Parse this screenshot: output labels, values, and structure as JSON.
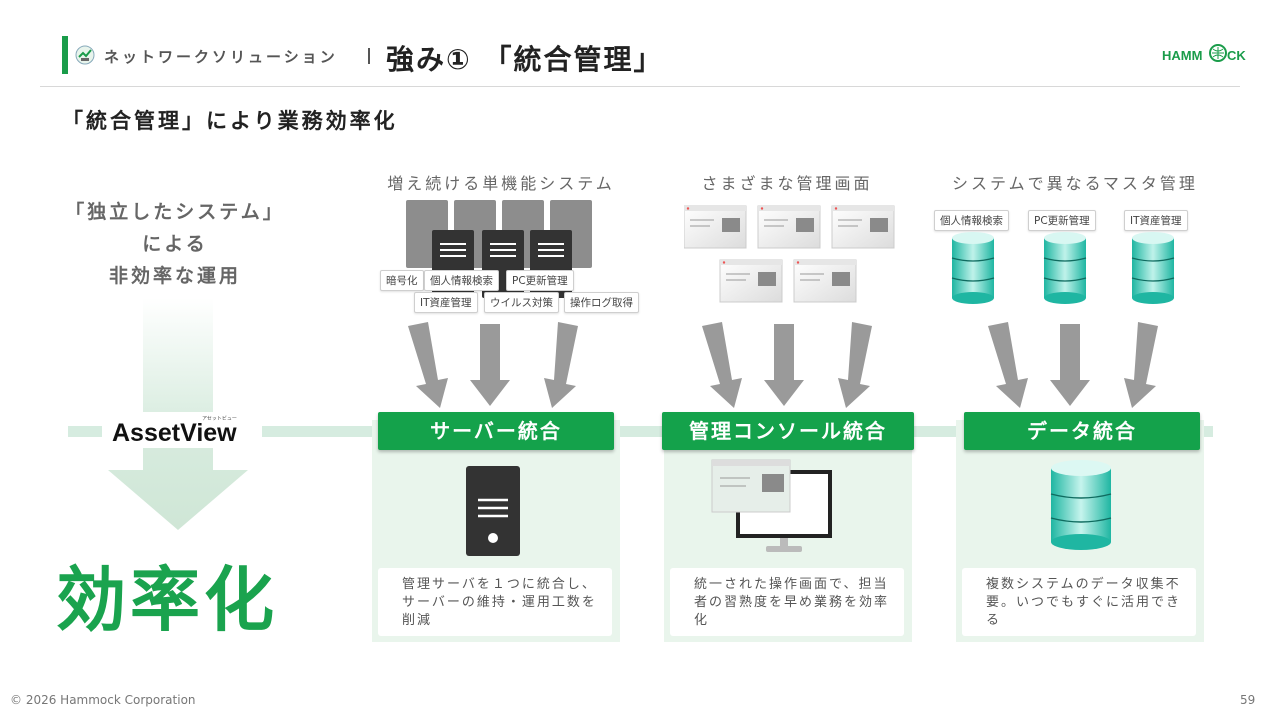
{
  "header": {
    "section_label": "ネットワークソリューション",
    "title": "強み① 「統合管理」",
    "logo_text": "HAMMOCK"
  },
  "subtitle": "「統合管理」により業務効率化",
  "left": {
    "lines": [
      "「独立したシステム」",
      "による",
      "非効率な運用"
    ],
    "product_logo": "AssetView",
    "product_kana": "アセットビュー",
    "result": "効率化"
  },
  "columns": [
    {
      "top_title": "増え続ける単機能システム",
      "tags": [
        "暗号化",
        "個人情報検索",
        "PC更新管理",
        "IT資産管理",
        "ウイルス対策",
        "操作ログ取得"
      ],
      "button": "サーバー統合",
      "description": "管理サーバを１つに統合し、サーバーの維持・運用工数を削減"
    },
    {
      "top_title": "さまざまな管理画面",
      "tags": [],
      "button": "管理コンソール統合",
      "description": "統一された操作画面で、担当者の習熟度を早め業務を効率化"
    },
    {
      "top_title": "システムで異なるマスタ管理",
      "tags": [
        "個人情報検索",
        "PC更新管理",
        "IT資産管理"
      ],
      "button": "データ統合",
      "description": "複数システムのデータ収集不要。いつでもすぐに活用できる"
    }
  ],
  "footer": {
    "copyright": "© 2026 Hammock Corporation",
    "page": "59"
  },
  "colors": {
    "accent": "#14a24b",
    "efficiency": "#1aa34e",
    "panel": "#e9f5ec",
    "cylinder": "#2ec6b3",
    "arrow": "#999999"
  },
  "icons": [
    "header-icon",
    "server-icon",
    "monitor-icon",
    "database-icon",
    "window-icon",
    "down-arrow-icon"
  ]
}
